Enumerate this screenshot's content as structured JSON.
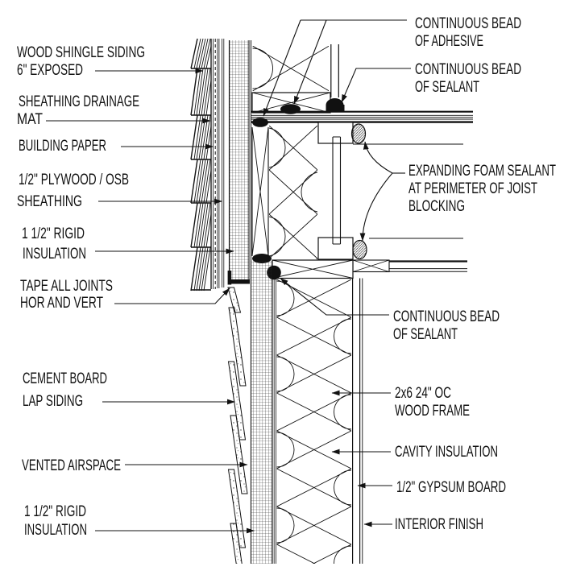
{
  "drawing": {
    "kind": "wall-section-construction-detail",
    "colors": {
      "ink": "#111111",
      "paper": "#ffffff"
    }
  },
  "labels": {
    "left": [
      {
        "lines": [
          "WOOD SHINGLE SIDING",
          "6\" EXPOSED"
        ]
      },
      {
        "lines": [
          "SHEATHING DRAINAGE",
          "MAT"
        ]
      },
      {
        "lines": [
          "BUILDING PAPER"
        ]
      },
      {
        "lines": [
          "1/2\" PLYWOOD / OSB",
          "SHEATHING"
        ]
      },
      {
        "lines": [
          "1 1/2\" RIGID",
          "INSULATION"
        ]
      },
      {
        "lines": [
          "TAPE ALL JOINTS",
          "HOR AND VERT"
        ]
      },
      {
        "lines": [
          "CEMENT BOARD",
          "LAP SIDING"
        ]
      },
      {
        "lines": [
          "VENTED AIRSPACE"
        ]
      },
      {
        "lines": [
          "1 1/2\" RIGID",
          "INSULATION"
        ]
      }
    ],
    "right": [
      {
        "lines": [
          "CONTINUOUS BEAD",
          "OF ADHESIVE"
        ]
      },
      {
        "lines": [
          "CONTINUOUS BEAD",
          "OF SEALANT"
        ]
      },
      {
        "lines": [
          "EXPANDING FOAM SEALANT",
          "AT PERIMETER OF JOIST",
          "BLOCKING"
        ]
      },
      {
        "lines": [
          "CONTINUOUS BEAD",
          "OF SEALANT"
        ]
      },
      {
        "lines": [
          "2x6 24\" OC",
          "WOOD FRAME"
        ]
      },
      {
        "lines": [
          "CAVITY INSULATION"
        ]
      },
      {
        "lines": [
          "1/2\" GYPSUM BOARD"
        ]
      },
      {
        "lines": [
          "INTERIOR FINISH"
        ]
      }
    ]
  }
}
